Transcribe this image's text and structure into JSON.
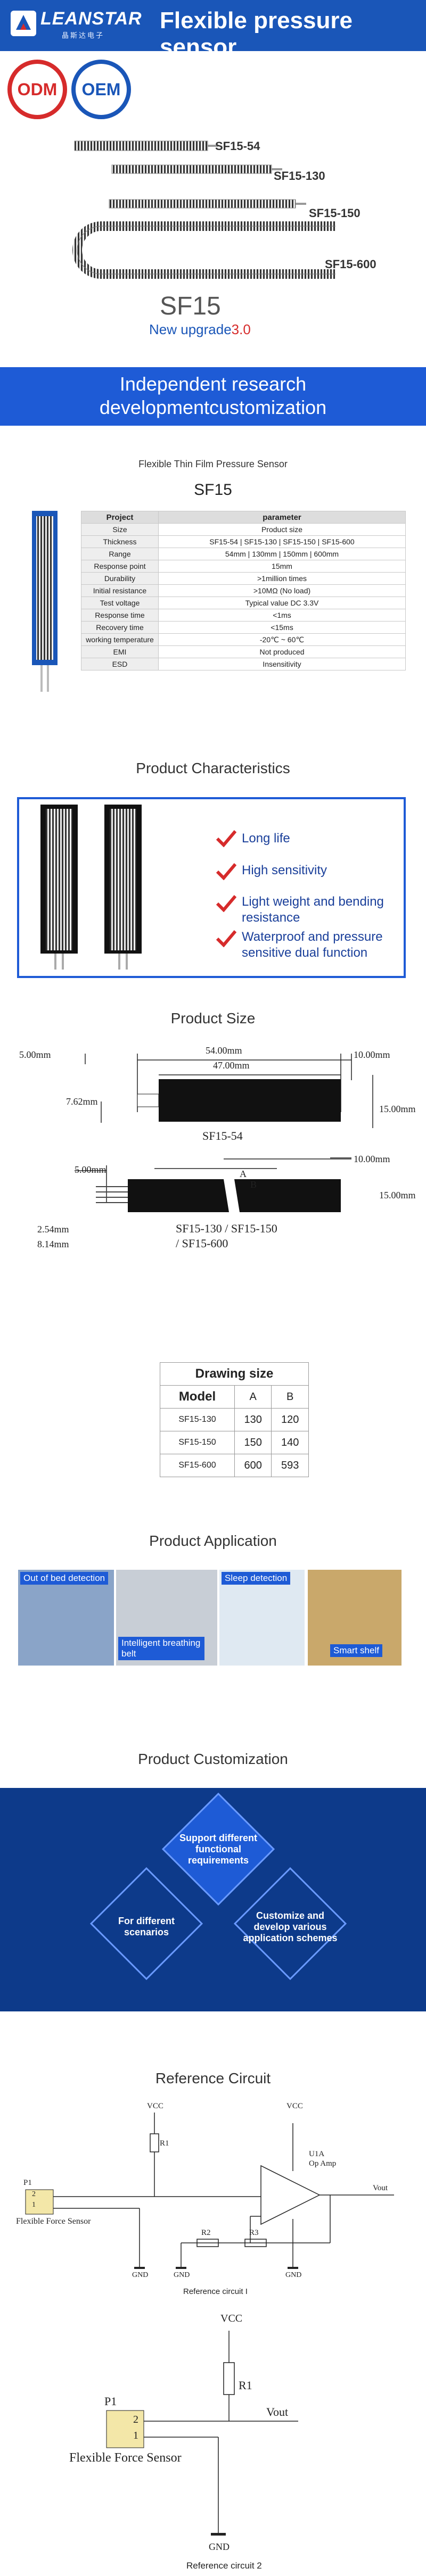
{
  "header": {
    "logo": "LEANSTAR",
    "logo_sub": "晶斯达电子",
    "title": "Flexible pressure sensor"
  },
  "badges": [
    "ODM",
    "OEM"
  ],
  "sensors": [
    "SF15-54",
    "SF15-130",
    "SF15-150",
    "SF15-600"
  ],
  "model": {
    "name": "SF15",
    "upgrade_text": "New upgrade",
    "upgrade_version": "3.0"
  },
  "banner": {
    "line1": "Independent research",
    "line2": "developmentcustomization"
  },
  "params": {
    "caption": "Flexible Thin Film Pressure Sensor",
    "title": "SF15",
    "header": [
      "Project",
      "parameter"
    ],
    "rows": [
      [
        "Size",
        "Product size"
      ],
      [
        "Thickness",
        "SF15-54 | SF15-130 | SF15-150 | SF15-600"
      ],
      [
        "Range",
        "54mm | 130mm | 150mm | 600mm"
      ],
      [
        "Response point",
        "15mm"
      ],
      [
        "Durability",
        ">1million times"
      ],
      [
        "Initial resistance",
        ">10MΩ (No load)"
      ],
      [
        "Test voltage",
        "Typical value DC 3.3V"
      ],
      [
        "Response time",
        "<1ms"
      ],
      [
        "Recovery time",
        "<15ms"
      ],
      [
        "working temperature",
        "-20℃ ~ 60℃"
      ],
      [
        "EMI",
        "Not produced"
      ],
      [
        "ESD",
        "Insensitivity"
      ]
    ]
  },
  "characteristics": {
    "title": "Product Characteristics",
    "items": [
      "Long life",
      "High sensitivity",
      "Light weight and bending resistance",
      "Waterproof and pressure sensitive dual function"
    ]
  },
  "size": {
    "title": "Product Size",
    "d1": {
      "total": "54.00mm",
      "inner": "47.00mm",
      "tail": "10.00mm",
      "left": "5.00mm",
      "h": "7.62mm",
      "w": "15.00mm",
      "label": "SF15-54"
    },
    "d2": {
      "left": "5.00mm",
      "tail": "10.00mm",
      "w": "15.00mm",
      "a": "A",
      "b": "B",
      "p1": "2.54mm",
      "p2": "8.14mm",
      "label1": "SF15-130 / SF15-150",
      "label2": "/ SF15-600"
    },
    "table": {
      "title": "Drawing size",
      "header": [
        "Model",
        "A",
        "B"
      ],
      "rows": [
        [
          "SF15-130",
          "130",
          "120"
        ],
        [
          "SF15-150",
          "150",
          "140"
        ],
        [
          "SF15-600",
          "600",
          "593"
        ]
      ]
    }
  },
  "application": {
    "title": "Product Application",
    "tags": [
      "Out of bed detection",
      "Intelligent breathing belt",
      "Sleep detection",
      "Smart shelf"
    ]
  },
  "customization": {
    "title": "Product Customization",
    "items": [
      "Support different functional requirements",
      "For different scenarios",
      "Customize and develop various application schemes"
    ]
  },
  "circuit": {
    "title": "Reference Circuit",
    "c1": {
      "vcc1": "VCC",
      "vcc2": "VCC",
      "r1": "R1",
      "r2": "R2",
      "r3": "R3",
      "p1": "P1",
      "pin2": "2",
      "pin1": "1",
      "sensor": "Flexible Force Sensor",
      "u1a": "U1A",
      "opamp": "Op Amp",
      "vout": "Vout",
      "gnd": "GND",
      "caption": "Reference circuit I"
    },
    "c2": {
      "vcc": "VCC",
      "r1": "R1",
      "p1": "P1",
      "pin2": "2",
      "pin1": "1",
      "sensor": "Flexible Force Sensor",
      "vout": "Vout",
      "gnd": "GND",
      "caption": "Reference circuit 2"
    }
  },
  "colors": {
    "brand_blue": "#1a56b8",
    "accent_red": "#d62b2b",
    "banner": "#1e5bd6"
  }
}
